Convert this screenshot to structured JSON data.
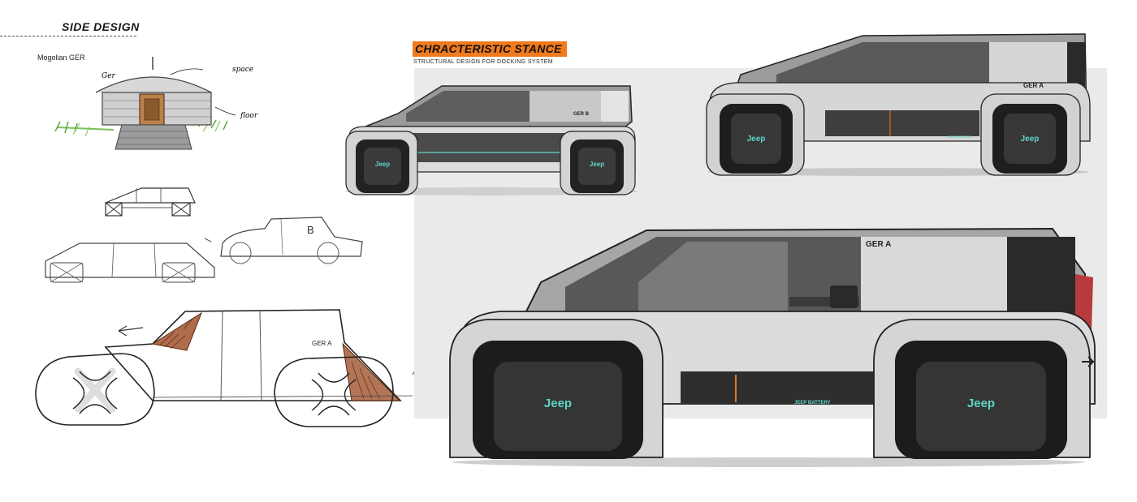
{
  "header": {
    "section_title": "SIDE DESIGN"
  },
  "sketches": {
    "reference_label": "Mogolian GER",
    "note_ger": "Ger",
    "note_space": "space",
    "note_floor": "floor",
    "car_label_b": "B",
    "car_label_a": "GER A"
  },
  "stance": {
    "badge": "CHRACTERISTIC STANCE",
    "subtitle": "STRUCTURAL DESIGN FOR DOCKING SYSTEM"
  },
  "renders": {
    "small_car_b": {
      "badge": "GER B",
      "wheel_logo": "Jeep"
    },
    "small_car_a": {
      "badge": "GER A",
      "wheel_logo": "Jeep",
      "side_text": "JEEP BATTERY"
    },
    "large_car_a": {
      "badge": "GER A",
      "wheel_logo": "Jeep",
      "side_text": "JEEP BATTERY"
    }
  },
  "colors": {
    "accent_orange": "#f07a1c",
    "logo_teal": "#5fd6c8",
    "panel_gray": "#eaeaea",
    "sketch_brown": "#a0522d"
  }
}
